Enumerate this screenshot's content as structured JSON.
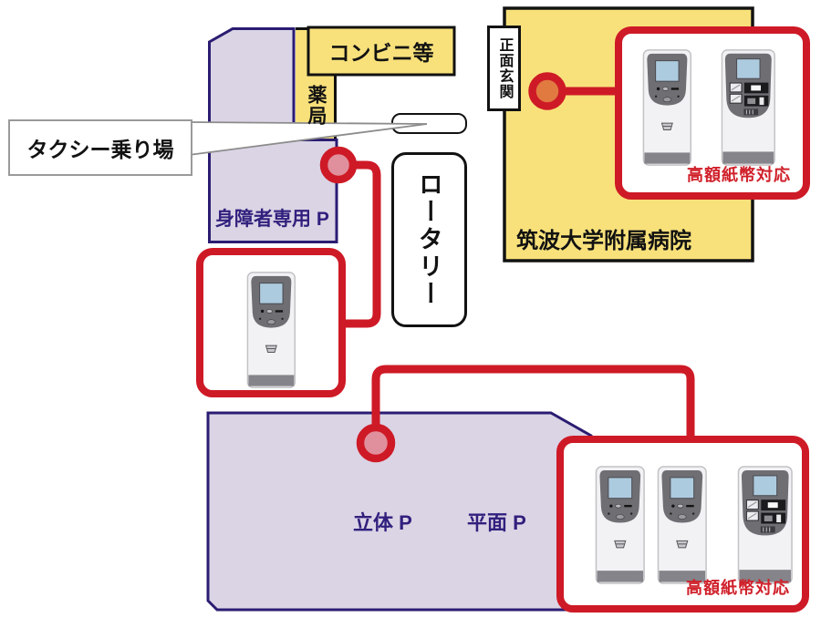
{
  "colors": {
    "area_purple": "#DAD4E5",
    "area_border": "#2B1C72",
    "building_yellow": "#F8E17B",
    "line_red": "#CE1A26",
    "note_red": "#D0202A",
    "circle_orange": "#E17A41",
    "circle_pink": "#E0909C",
    "text_indigo": "#31207D",
    "leader_gray": "#8C8C8C"
  },
  "map": {
    "taxi_stand_label": "タクシー乗り場",
    "convenience_store_label": "コンビニ等",
    "pharmacy_label": "薬局",
    "main_entrance_label": "正面玄関",
    "hospital_name": "筑波大学附属病院",
    "rotary_label": "ロータリー",
    "disabled_parking_label": "身障者専用 P",
    "multistory_parking_label": "立体 P",
    "surface_parking_label": "平面 P"
  },
  "callouts": [
    {
      "id": "entrance",
      "machines": [
        "standard",
        "high-value"
      ],
      "note": "高額紙幣対応"
    },
    {
      "id": "disabled-parking",
      "machines": [
        "standard"
      ],
      "note": ""
    },
    {
      "id": "parking-lot",
      "machines": [
        "standard",
        "standard",
        "high-value"
      ],
      "note": "高額紙幣対応"
    }
  ]
}
